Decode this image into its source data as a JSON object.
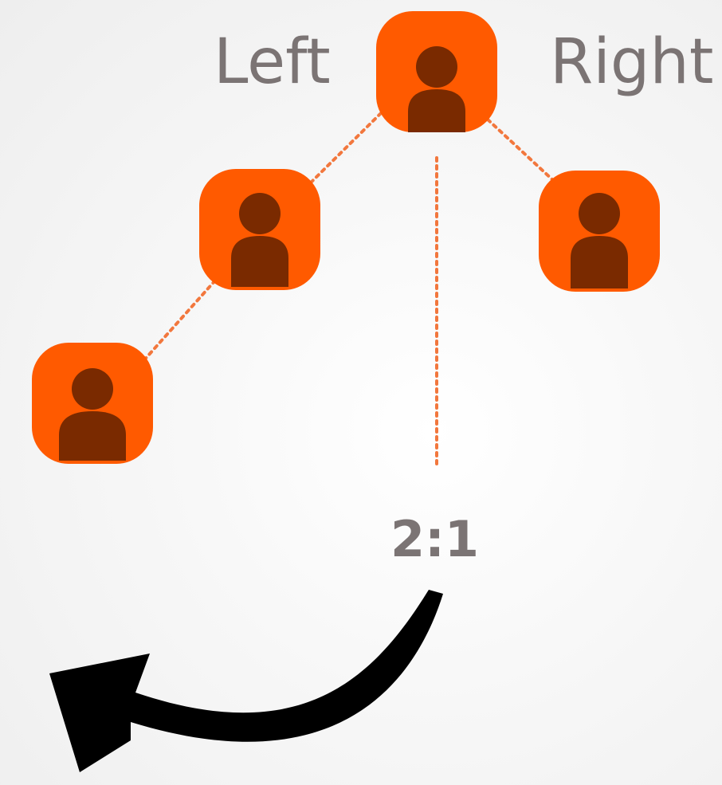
{
  "labels": {
    "left": "Left",
    "right": "Right",
    "ratio": "2:1"
  },
  "nodes": [
    {
      "id": "root",
      "name": "person-node-root"
    },
    {
      "id": "left-child",
      "name": "person-node-left-child"
    },
    {
      "id": "right-child",
      "name": "person-node-right-child"
    },
    {
      "id": "left-grandchild",
      "name": "person-node-left-grandchild"
    }
  ],
  "edges": [
    {
      "from": "root",
      "to": "left-child"
    },
    {
      "from": "root",
      "to": "right-child"
    },
    {
      "from": "left-child",
      "to": "left-grandchild"
    }
  ],
  "icons": {
    "node": "person-icon",
    "arrow": "curved-arrow-icon"
  },
  "colors": {
    "node_fill": "#ff5a00",
    "person_fill": "#7a2a00",
    "connector": "#f2773d",
    "label_text": "#7b7474",
    "arrow": "#000000"
  }
}
